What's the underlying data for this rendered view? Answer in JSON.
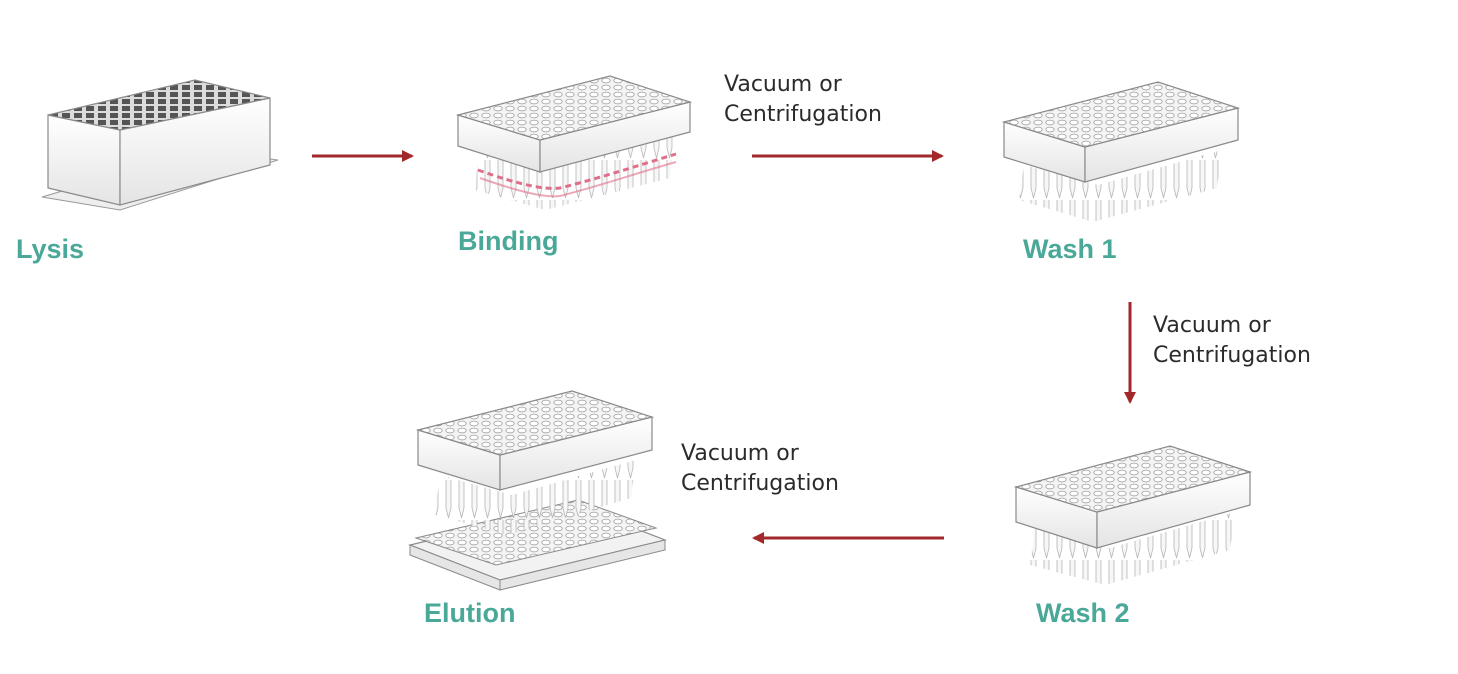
{
  "colors": {
    "label": "#4aa898",
    "arrow": "#a3282b",
    "plate_outline": "#8a8a8a",
    "binding_highlight": "#e0708a"
  },
  "steps": {
    "lysis": "Lysis",
    "binding": "Binding",
    "wash1": "Wash 1",
    "wash2": "Wash 2",
    "elution": "Elution"
  },
  "transfers": [
    {
      "line1": "Vacuum or",
      "line2": "Centrifugation"
    },
    {
      "line1": "Vacuum or",
      "line2": "Centrifugation"
    },
    {
      "line1": "Vacuum or",
      "line2": "Centrifugation"
    }
  ],
  "icons": {
    "lysis": "deep-well-plate-icon",
    "binding": "filter-plate-icon",
    "wash1": "filter-plate-icon",
    "wash2": "filter-plate-icon",
    "elution": "filter-plate-over-collection-plate-icon"
  }
}
